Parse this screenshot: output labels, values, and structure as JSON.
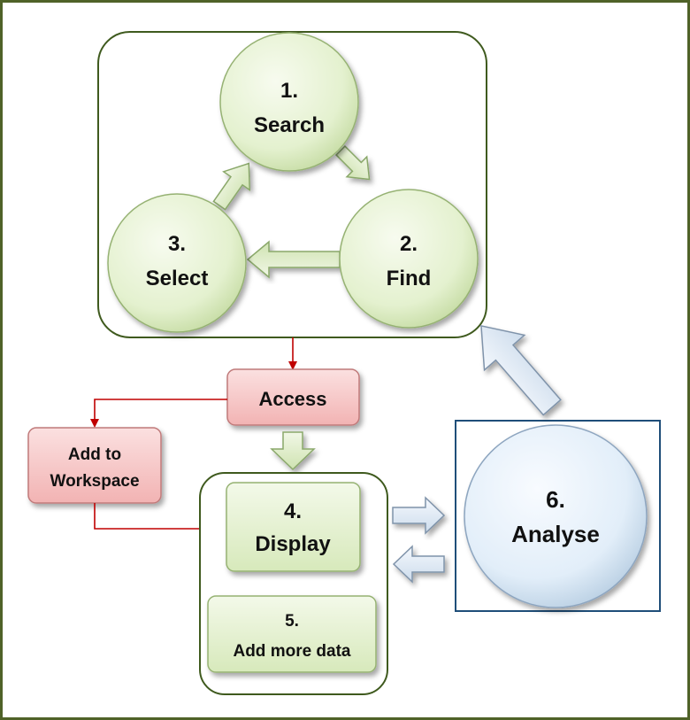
{
  "cycle": {
    "search": {
      "num": "1.",
      "label": "Search"
    },
    "find": {
      "num": "2.",
      "label": "Find"
    },
    "select": {
      "num": "3.",
      "label": "Select"
    }
  },
  "access_label": "Access",
  "workspace": {
    "line1": "Add to",
    "line2": "Workspace"
  },
  "display": {
    "num": "4.",
    "label": "Display"
  },
  "more_data": {
    "num": "5.",
    "label": "Add more data"
  },
  "analyse": {
    "num": "6.",
    "label": "Analyse"
  },
  "colors": {
    "frame_border": "#4f6228",
    "green_fill": "#e6f2d3",
    "pink_fill": "#f7c9c9",
    "blue_fill": "#e4f0fb",
    "red_connector": "#c00000",
    "analyse_border": "#1f4e79"
  }
}
